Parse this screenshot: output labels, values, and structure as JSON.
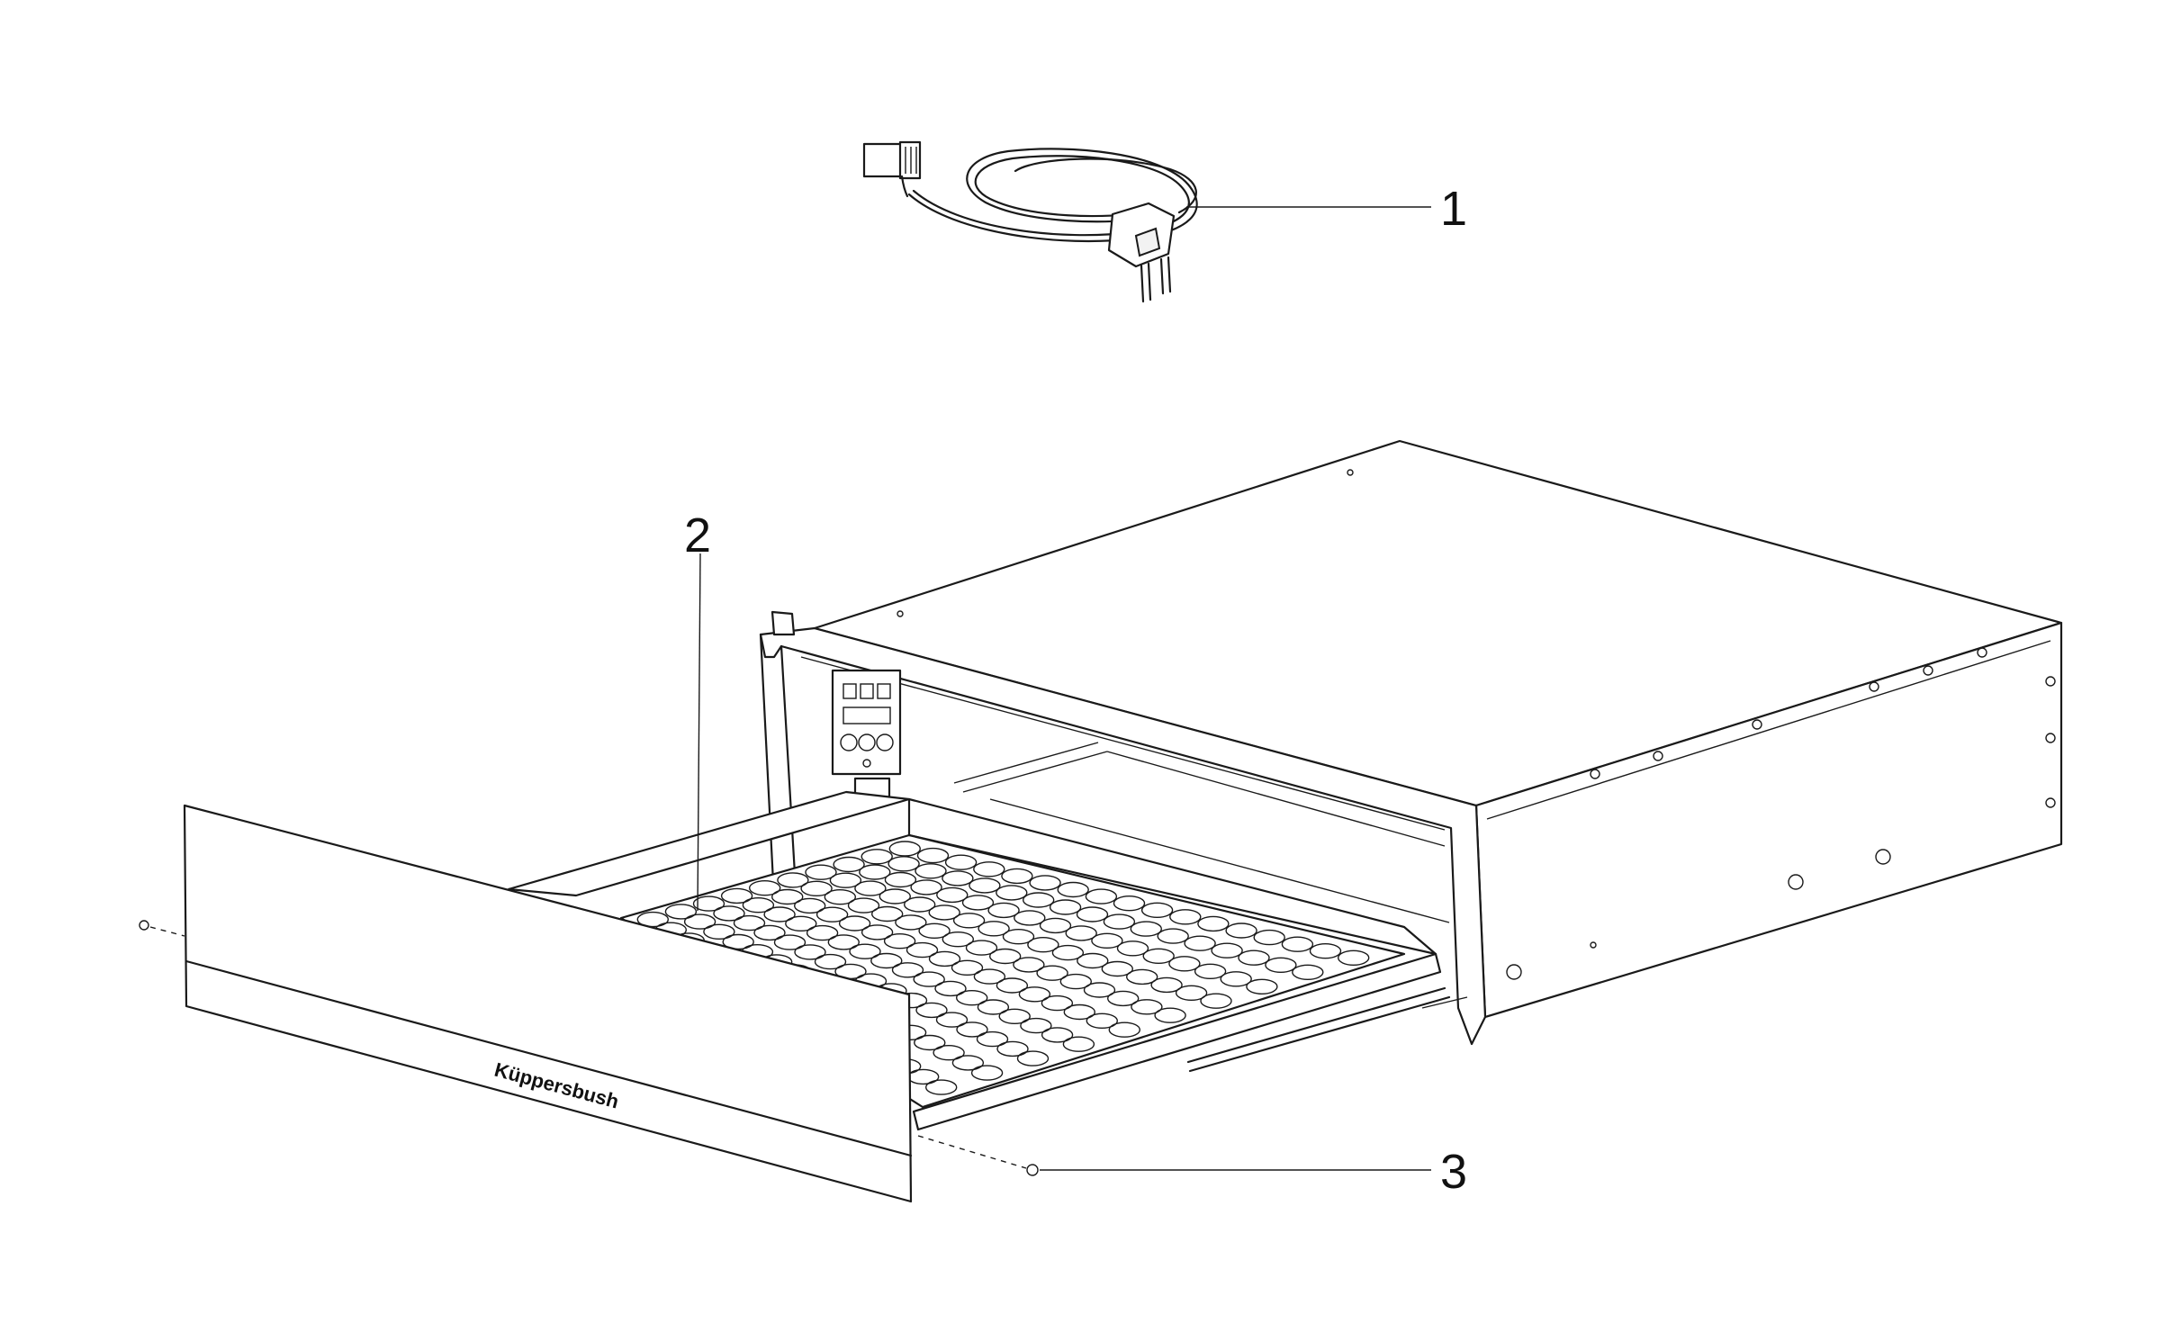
{
  "diagram": {
    "callouts": [
      {
        "id": "1",
        "label": "1"
      },
      {
        "id": "2",
        "label": "2"
      },
      {
        "id": "3",
        "label": "3"
      }
    ],
    "brand_label": "Küppersbush"
  }
}
